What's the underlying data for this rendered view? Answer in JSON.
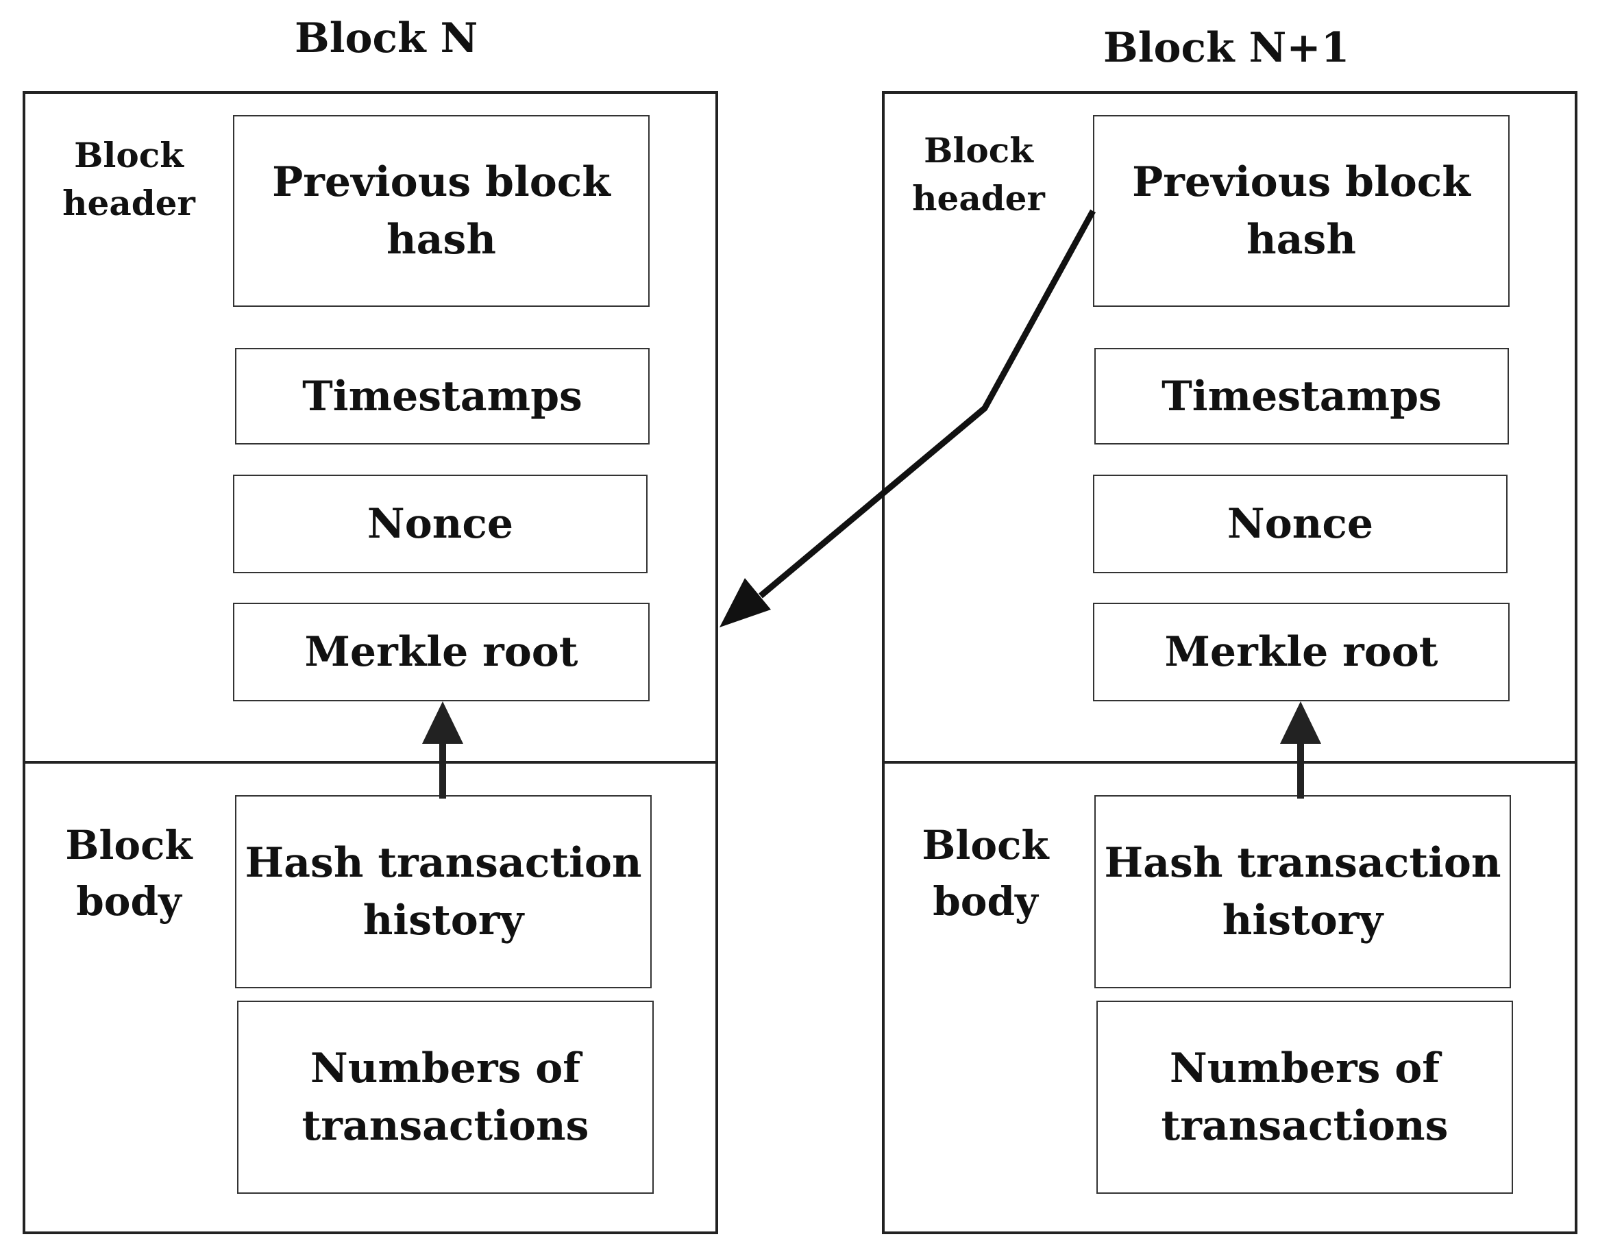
{
  "blocks": [
    {
      "title": "Block N",
      "header_label": "Block\nheader",
      "body_label": "Block\nbody",
      "fields": {
        "previous_hash": "Previous block hash",
        "timestamps": "Timestamps",
        "nonce": "Nonce",
        "merkle_root": "Merkle root",
        "hash_history": "Hash transaction history",
        "num_transactions": "Numbers of transactions"
      }
    },
    {
      "title": "Block N+1",
      "header_label": "Block\nheader",
      "body_label": "Block\nbody",
      "fields": {
        "previous_hash": "Previous block hash",
        "timestamps": "Timestamps",
        "nonce": "Nonce",
        "merkle_root": "Merkle root",
        "hash_history": "Hash transaction history",
        "num_transactions": "Numbers of transactions"
      }
    }
  ],
  "colors": {
    "stroke": "#222222",
    "text": "#111111",
    "background": "#ffffff"
  }
}
